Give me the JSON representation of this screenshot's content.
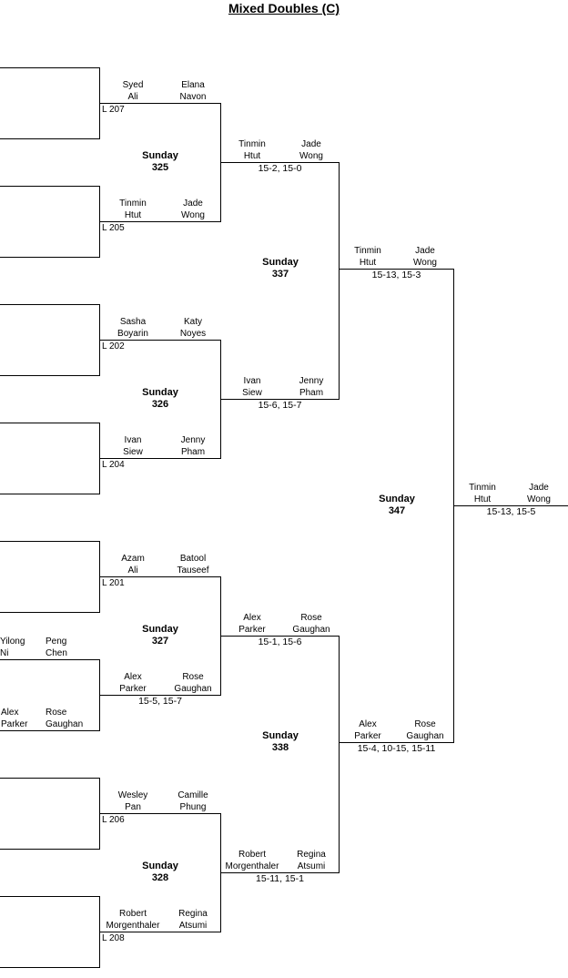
{
  "title": "Mixed Doubles (C)",
  "r1": [
    {
      "p1": [
        "Syed",
        "Ali"
      ],
      "p2": [
        "Elana",
        "Navon"
      ],
      "loser": "L 207"
    },
    {
      "p1": [
        "Tinmin",
        "Htut"
      ],
      "p2": [
        "Jade",
        "Wong"
      ],
      "loser": "L 205"
    },
    {
      "p1": [
        "Sasha",
        "Boyarin"
      ],
      "p2": [
        "Katy",
        "Noyes"
      ],
      "loser": "L 202"
    },
    {
      "p1": [
        "Ivan",
        "Siew"
      ],
      "p2": [
        "Jenny",
        "Pham"
      ],
      "loser": "L 204"
    },
    {
      "p1": [
        "Azam",
        "Ali"
      ],
      "p2": [
        "Batool",
        "Tauseef"
      ],
      "loser": "L 201"
    },
    {
      "p1": [
        "Alex",
        "Parker"
      ],
      "p2": [
        "Rose",
        "Gaughan"
      ],
      "score": "15-5, 15-7"
    },
    {
      "p1": [
        "Wesley",
        "Pan"
      ],
      "p2": [
        "Camille",
        "Phung"
      ],
      "loser": "L 206"
    },
    {
      "p1": [
        "Robert",
        "Morgenthaler"
      ],
      "p2": [
        "Regina",
        "Atsumi"
      ],
      "loser": "L 208"
    }
  ],
  "r0": [
    {
      "p1": [
        "Yilong",
        "Ni"
      ],
      "p2": [
        "Peng",
        "Chen"
      ]
    },
    {
      "p1": [
        "Alex",
        "Parker"
      ],
      "p2": [
        "Rose",
        "Gaughan"
      ]
    }
  ],
  "r2": [
    {
      "p1": [
        "Tinmin",
        "Htut"
      ],
      "p2": [
        "Jade",
        "Wong"
      ],
      "score": "15-2, 15-0"
    },
    {
      "p1": [
        "Ivan",
        "Siew"
      ],
      "p2": [
        "Jenny",
        "Pham"
      ],
      "score": "15-6, 15-7"
    },
    {
      "p1": [
        "Alex",
        "Parker"
      ],
      "p2": [
        "Rose",
        "Gaughan"
      ],
      "score": "15-1, 15-6"
    },
    {
      "p1": [
        "Robert",
        "Morgenthaler"
      ],
      "p2": [
        "Regina",
        "Atsumi"
      ],
      "score": "15-11, 15-1"
    }
  ],
  "r3": [
    {
      "p1": [
        "Tinmin",
        "Htut"
      ],
      "p2": [
        "Jade",
        "Wong"
      ],
      "score": "15-13, 15-3"
    },
    {
      "p1": [
        "Alex",
        "Parker"
      ],
      "p2": [
        "Rose",
        "Gaughan"
      ],
      "score": "15-4, 10-15, 15-11"
    }
  ],
  "r4": [
    {
      "p1": [
        "Tinmin",
        "Htut"
      ],
      "p2": [
        "Jade",
        "Wong"
      ],
      "score": "15-13, 15-5"
    }
  ],
  "matches": [
    {
      "day": "Sunday",
      "num": "325"
    },
    {
      "day": "Sunday",
      "num": "326"
    },
    {
      "day": "Sunday",
      "num": "327"
    },
    {
      "day": "Sunday",
      "num": "328"
    },
    {
      "day": "Sunday",
      "num": "337"
    },
    {
      "day": "Sunday",
      "num": "338"
    },
    {
      "day": "Sunday",
      "num": "347"
    }
  ]
}
